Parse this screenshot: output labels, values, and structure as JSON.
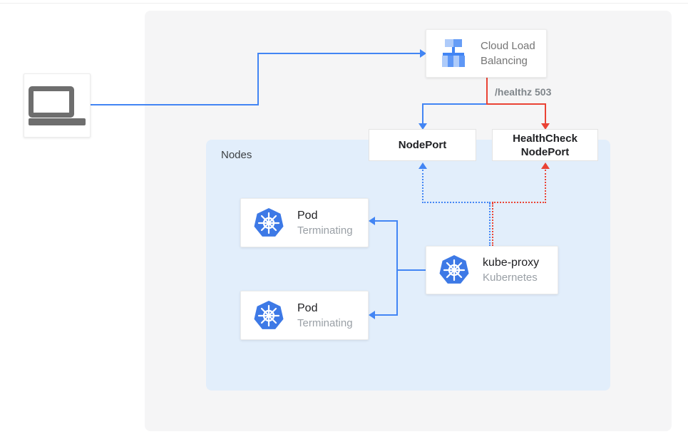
{
  "diagram": {
    "nodes_label": "Nodes",
    "healthz_label": "/healthz 503",
    "cloud_lb": {
      "title_line1": "Cloud Load",
      "title_line2": "Balancing"
    },
    "nodeport": {
      "label": "NodePort"
    },
    "healthcheck_nodeport": {
      "line1": "HealthCheck",
      "line2": "NodePort"
    },
    "pods": [
      {
        "title": "Pod",
        "subtitle": "Terminating"
      },
      {
        "title": "Pod",
        "subtitle": "Terminating"
      }
    ],
    "kube_proxy": {
      "title": "kube-proxy",
      "subtitle": "Kubernetes"
    },
    "icons": {
      "client": "laptop-icon",
      "load_balancer": "cloud-load-balancing-icon",
      "kubernetes": "kubernetes-helm-icon"
    },
    "colors": {
      "flow_blue": "#4285f4",
      "flow_red": "#ea4335",
      "panel_bg": "#f5f5f6",
      "nodes_bg": "#e2eefb",
      "k8s_blue": "#3d79e6",
      "text_dark": "#202124",
      "text_gray": "#757575",
      "subtitle_gray": "#9aa0a6",
      "healthz_gray": "#80868b",
      "laptop_gray": "#6e6e6e"
    }
  }
}
